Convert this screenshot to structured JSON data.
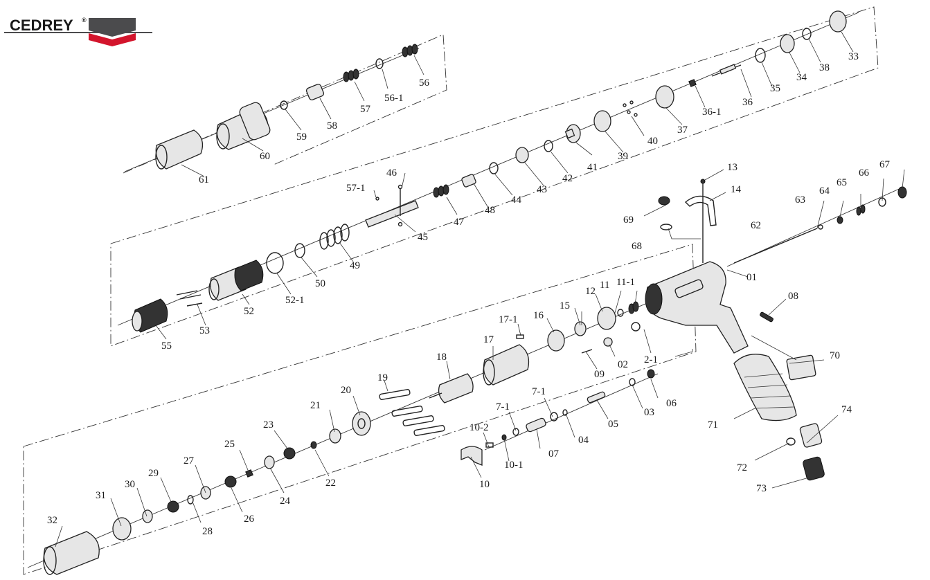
{
  "brand": {
    "name": "CEDREY",
    "mark": "®",
    "colors": {
      "red": "#d3152c",
      "gray": "#4b4b4d",
      "text": "#1a1a1a"
    }
  },
  "callouts": [
    "01",
    "02",
    "03",
    "04",
    "05",
    "06",
    "07",
    "08",
    "09",
    "10",
    "10-1",
    "10-2",
    "11",
    "11-1",
    "12",
    "13",
    "14",
    "15",
    "16",
    "17",
    "17-1",
    "18",
    "19",
    "20",
    "21",
    "22",
    "23",
    "24",
    "25",
    "26",
    "27",
    "28",
    "29",
    "30",
    "31",
    "32",
    "33",
    "34",
    "35",
    "36",
    "36-1",
    "37",
    "38",
    "39",
    "40",
    "41",
    "42",
    "43",
    "44",
    "45",
    "46",
    "47",
    "48",
    "49",
    "50",
    "52",
    "52-1",
    "53",
    "55",
    "56",
    "56-1",
    "57",
    "57-1",
    "58",
    "59",
    "60",
    "61",
    "62",
    "63",
    "64",
    "65",
    "66",
    "67",
    "68",
    "69",
    "70",
    "71",
    "72",
    "73",
    "74",
    "2-1",
    "7-1",
    "7-1"
  ]
}
